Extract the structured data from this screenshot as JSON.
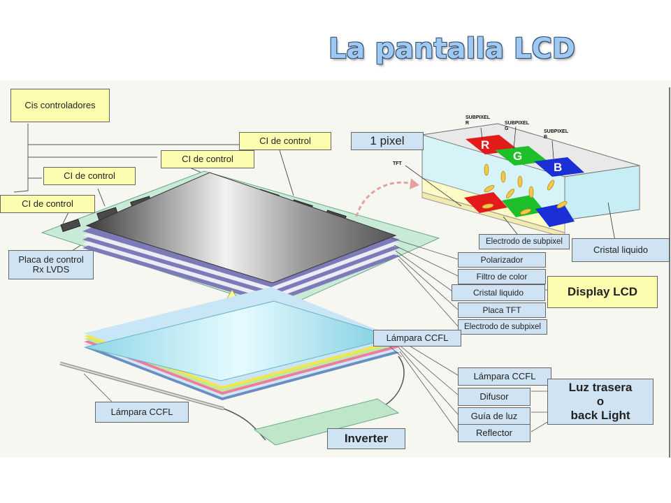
{
  "title": "La pantalla LCD",
  "labels": {
    "cis_controladores": "Cis controladores",
    "ci_control_1": "CI de control",
    "ci_control_2": "CI de control",
    "ci_control_3": "CI de control",
    "ci_control_4": "CI de control",
    "placa_control_1": "Placa de control",
    "placa_control_2": "Rx LVDS",
    "pixel": "1 pixel",
    "subpixel_r_1": "SUBPIXEL",
    "subpixel_r_2": "R",
    "subpixel_g_1": "SUBPIXEL",
    "subpixel_g_2": "G",
    "subpixel_b_1": "SUBPIXEL",
    "subpixel_b_2": "B",
    "tft": "TFT",
    "r": "R",
    "g": "G",
    "b": "B",
    "electrodo_top": "Electrodo de subpixel",
    "cristal_liquido_side": "Cristal liquido",
    "polarizador": "Polarizador",
    "filtro_color": "Filtro de color",
    "cristal_liquido": "Cristal liquido",
    "placa_tft": "Placa TFT",
    "electrodo_bottom": "Electrodo de subpixel",
    "display_lcd": "Display LCD",
    "lampara_ccfl_top": "Lámpara CCFL",
    "lampara_ccfl_right": "Lámpara CCFL",
    "lampara_ccfl_left": "Lámpara CCFL",
    "difusor": "Difusor",
    "guia_luz": "Guía de luz",
    "reflector": "Reflector",
    "luz_trasera_1": "Luz trasera",
    "luz_trasera_2": "o",
    "luz_trasera_3": "back Light",
    "inverter": "Inverter"
  },
  "colors": {
    "red_subpixel": "#e31a1a",
    "green_subpixel": "#1fbf2a",
    "blue_subpixel": "#1b2fd6",
    "title_fill": "#9ec9f2",
    "label_yellow": "#fdfdb0",
    "label_blue": "#cfe3f2"
  }
}
